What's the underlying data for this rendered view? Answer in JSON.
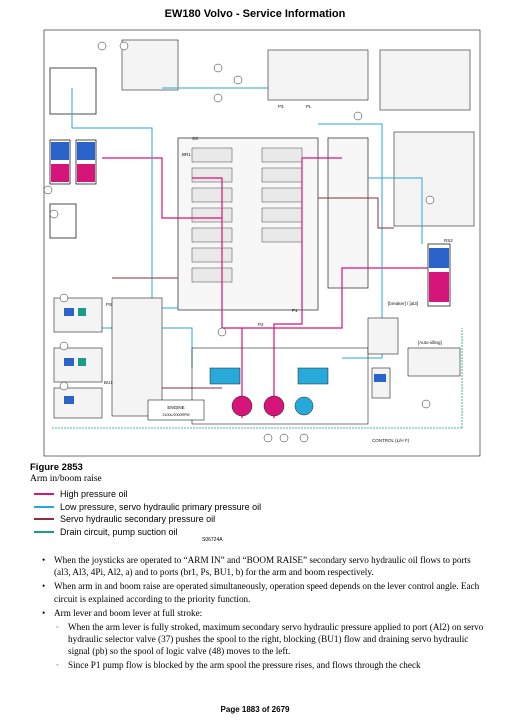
{
  "header": {
    "title": "EW180 Volvo - Service Information"
  },
  "figure": {
    "caption": "Figure 2853",
    "subtitle": "Arm in/boom raise",
    "code": "S06724A",
    "legend": [
      {
        "label": "High pressure oil",
        "color": "#d6157a"
      },
      {
        "label": "Low pressure, servo hydraulic primary pressure oil",
        "color": "#27a9d9"
      },
      {
        "label": "Servo hydraulic secondary pressure oil",
        "color": "#8b2f3a"
      },
      {
        "label": "Drain circuit, pump suction oil",
        "color": "#1a9e8a"
      }
    ]
  },
  "diagram_labels": {
    "engine": "ENGINE",
    "engine_sub": "2100L/2000RPM",
    "control": "CONTROL (L/H F)",
    "breaker": "[breaker] / [al3]",
    "autoidling": "[Auto-idling]",
    "bu1": "BU1",
    "rs2": "RS2",
    "ps": "PS",
    "p3": "P3",
    "p1": "P1",
    "p2": "P2",
    "pl": "PL",
    "ss": "SS",
    "br1": "BR1"
  },
  "body": {
    "bullets": [
      {
        "text": "When the joysticks are operated to “ARM IN” and “BOOM RAISE” secondary servo hydraulic oil flows to ports (al3, Al3, 4Pi, Al2, a) and to ports (br1, Ps, BU1, b) for the arm and boom respectively."
      },
      {
        "text": "When arm in and boom raise are operated simultaneously, operation speed depends on the lever control angle. Each circuit is explained according to the priority function."
      },
      {
        "text": "Arm lever and boom lever at full stroke:"
      }
    ],
    "sub_bullets": [
      {
        "text": "When the arm lever is fully stroked, maximum secondary servo hydraulic pressure applied to port (Al2) on servo hydraulic selector valve (37) pushes the spool to the right, blocking (BU1) flow and draining servo hydraulic signal (pb) so the spool of logic valve (48) moves to the left."
      },
      {
        "text": "Since P1 pump flow is blocked by the arm spool the pressure rises, and flows through the check"
      }
    ]
  },
  "footer": {
    "page": "Page 1883 of 2679"
  }
}
